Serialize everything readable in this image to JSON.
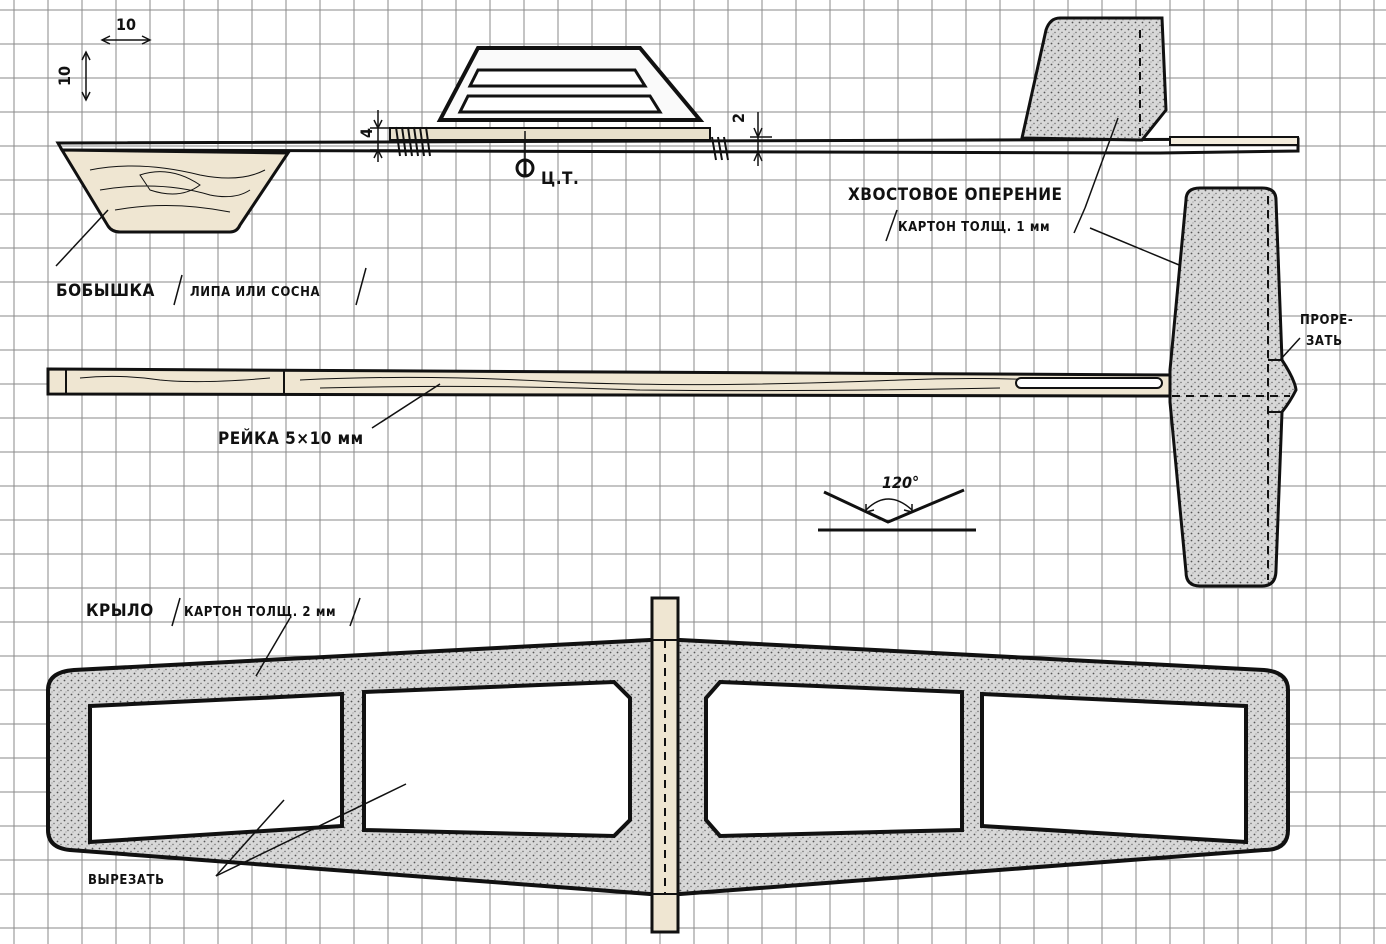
{
  "dimensions": {
    "grid_horizontal": "10",
    "grid_vertical": "10",
    "nose_gap": "4",
    "tail_gap": "2",
    "angle": "120°"
  },
  "labels": {
    "cg": "Ц.Т.",
    "tail": "ХВОСТОВОЕ ОПЕРЕНИЕ",
    "tail_material": "КАРТОН ТОЛЩ. 1 мм",
    "nose_block": "БОБЫШКА",
    "nose_block_material": "ЛИПА ИЛИ  СОСНА",
    "cut_line1": "ПРОРЕ-",
    "cut_line2": "ЗАТЬ",
    "spar": "РЕЙКА 5×10 мм",
    "wing": "КРЫЛО",
    "wing_material": "КАРТОН ТОЛЩ. 2 мм",
    "cut_out": "ВЫРЕЗАТЬ"
  },
  "colors": {
    "grid": "#8a8a8a",
    "ink": "#111111",
    "stipple": "#dcdcdc",
    "wood": "#efe6d2"
  }
}
